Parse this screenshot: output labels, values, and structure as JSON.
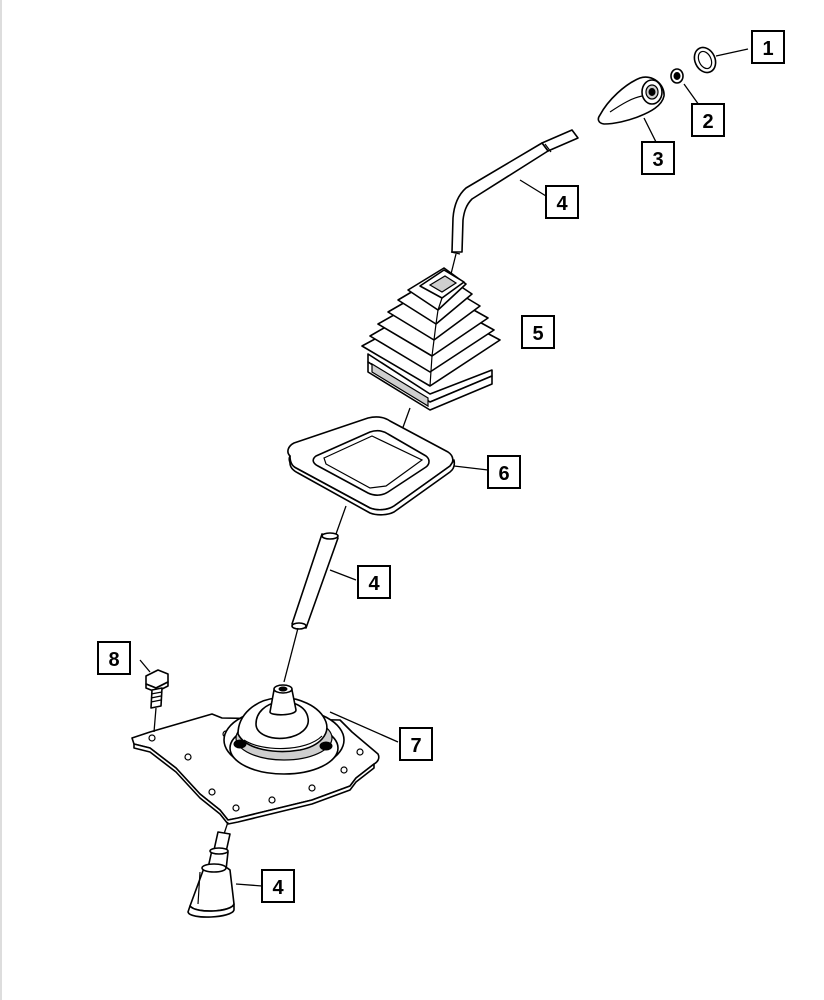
{
  "callouts": [
    {
      "id": "c1",
      "label": "1"
    },
    {
      "id": "c2",
      "label": "2"
    },
    {
      "id": "c3",
      "label": "3"
    },
    {
      "id": "c4a",
      "label": "4"
    },
    {
      "id": "c5",
      "label": "5"
    },
    {
      "id": "c6",
      "label": "6"
    },
    {
      "id": "c4b",
      "label": "4"
    },
    {
      "id": "c8",
      "label": "8"
    },
    {
      "id": "c7",
      "label": "7"
    },
    {
      "id": "c4c",
      "label": "4"
    }
  ]
}
